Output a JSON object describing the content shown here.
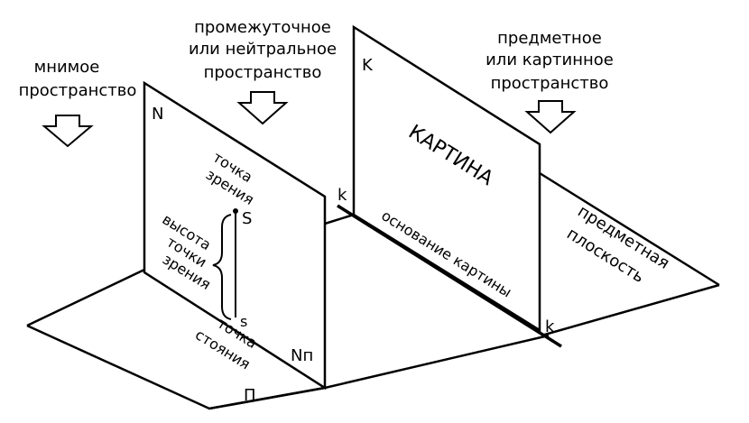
{
  "regions": {
    "imaginary": {
      "line1": "мнимое",
      "line2": "пространство"
    },
    "intermediate": {
      "line1": "промежуточное",
      "line2": "или нейтральное",
      "line3": "пространство"
    },
    "object": {
      "line1": "предметное",
      "line2": "или картинное",
      "line3": "пространство"
    }
  },
  "picture_plane": {
    "title": "КАРТИНА",
    "label_K": "K",
    "label_k_top": "k",
    "label_k_bottom": "k",
    "base_label": "основание картины"
  },
  "neutral_plane": {
    "label_N": "N",
    "label_Nn": "Nп"
  },
  "viewpoint": {
    "label_line1": "точка",
    "label_line2": "зрения",
    "point_S": "S",
    "point_s": "s",
    "height_line1": "высота",
    "height_line2": "точки",
    "height_line3": "зрения",
    "standing_line1": "точка",
    "standing_line2": "стояния"
  },
  "ground": {
    "label_P": "П",
    "object_plane_line1": "предметная",
    "object_plane_line2": "плоскость"
  },
  "colors": {
    "stroke": "#000000",
    "background": "#ffffff"
  }
}
